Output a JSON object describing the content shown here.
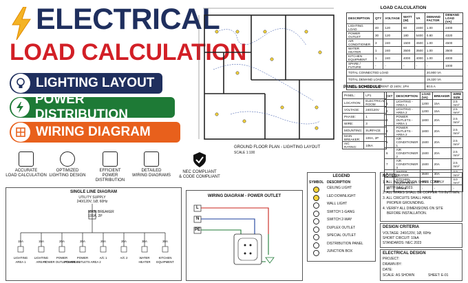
{
  "hero": {
    "title1": "ELECTRICAL",
    "title2": "LOAD CALCULATION",
    "pills": [
      {
        "label": "LIGHTING LAYOUT",
        "color": "#1f2f5e"
      },
      {
        "label": "POWER DISTRIBUTION",
        "color": "#1e7a36"
      },
      {
        "label": "WIRING DIAGRAM",
        "color": "#e8601c"
      }
    ]
  },
  "features": [
    {
      "line1": "ACCURATE",
      "line2": "LOAD CALCULATION"
    },
    {
      "line1": "OPTIMIZED",
      "line2": "LIGHTING DESIGN"
    },
    {
      "line1": "EFFICIENT",
      "line2": "POWER DISTRIBUTION"
    },
    {
      "line1": "DETAILED",
      "line2": "WIRING DIAGRAMS"
    },
    {
      "line1": "NEC COMPLIANT",
      "line2": "& CODE COMPLIANT"
    }
  ],
  "floorplan": {
    "title": "GROUND FLOOR PLAN - LIGHTING LAYOUT",
    "scale": "SCALE 1:100"
  },
  "load_calc": {
    "title": "LOAD CALCULATION",
    "headers": [
      "DESCRIPTION",
      "QTY",
      "VOLTAGE",
      "WATT (W)",
      "VA",
      "DEMAND FACTOR",
      "DEMAND LOAD (VA)"
    ],
    "rows": [
      [
        "LIGHTING LOAD",
        "40",
        "120",
        "60",
        "2400",
        "1.00",
        "2400"
      ],
      [
        "POWER OUTLET",
        "30",
        "120",
        "180",
        "5400",
        "0.80",
        "4320"
      ],
      [
        "AIR CONDITIONER",
        "3",
        "240",
        "1500",
        "4500",
        "1.00",
        "4500"
      ],
      [
        "WATER HEATER",
        "1",
        "240",
        "3500",
        "3500",
        "1.00",
        "3500"
      ],
      [
        "KITCHEN EQUIPMENT",
        "1",
        "240",
        "4000",
        "4000",
        "1.00",
        "4000"
      ],
      [
        "SPARE / FUTURE",
        "-",
        "-",
        "-",
        "-",
        "-",
        "1000"
      ]
    ],
    "total_connected_label": "TOTAL CONNECTED LOAD",
    "total_connected": "20,900 VA",
    "total_demand_label": "TOTAL DEMAND LOAD",
    "total_demand": "19,320 VA",
    "total_current_label": "TOTAL DEMAND CURRENT @ 240V, 1PH",
    "total_current": "80.5 A"
  },
  "panel": {
    "title": "PANEL SCHEDULE",
    "info": [
      [
        "PANEL:",
        "LP1"
      ],
      [
        "LOCATION:",
        "ELECTRICAL ROOM"
      ],
      [
        "VOLTAGE:",
        "240/120V"
      ],
      [
        "PHASE:",
        "1"
      ],
      [
        "WIRE:",
        "3"
      ],
      [
        "MOUNTING:",
        "SURFACE"
      ],
      [
        "MAIN BREAKER:",
        "100A, 2P"
      ],
      [
        "AIC RATING:",
        "10kA"
      ]
    ],
    "headers": [
      "CKT",
      "DESCRIPTION",
      "LOAD (VA)",
      "BREAKER",
      "WIRE SIZE"
    ],
    "rows": [
      [
        "1",
        "LIGHTING - AREA 1",
        "1200",
        "15A",
        "2.5 mm²"
      ],
      [
        "2",
        "LIGHTING - AREA 2",
        "1200",
        "15A",
        "2.5 mm²"
      ],
      [
        "3",
        "POWER OUTLETS - AREA 1",
        "1800",
        "20A",
        "2.5 mm²"
      ],
      [
        "4",
        "POWER OUTLETS - AREA 2",
        "1800",
        "20A",
        "2.5 mm²"
      ],
      [
        "5",
        "AIR CONDITIONER 1",
        "1500",
        "20A",
        "2.5 mm²"
      ],
      [
        "6",
        "AIR CONDITIONER 2",
        "1500",
        "20A",
        "2.5 mm²"
      ],
      [
        "7",
        "AIR CONDITIONER 3",
        "1500",
        "20A",
        "2.5 mm²"
      ],
      [
        "8",
        "WATER HEATER",
        "3500",
        "30A",
        "4.0 mm²"
      ],
      [
        "9",
        "KITCHEN EQUIPMENT",
        "4000",
        "30A",
        "4.0 mm²"
      ],
      [
        "10",
        "SPARE",
        "-",
        "-",
        "-"
      ]
    ]
  },
  "single_line": {
    "title": "SINGLE LINE DIAGRAM",
    "utility": "UTILITY SUPPLY",
    "utility_spec": "240/120V, 1Ø, 60Hz",
    "main": "MAIN BREAKER",
    "main_spec": "100A, 2P",
    "branches": [
      {
        "amp": "15A",
        "l1": "LIGHTING",
        "l2": "AREA 1"
      },
      {
        "amp": "15A",
        "l1": "LIGHTING",
        "l2": "AREA 2"
      },
      {
        "amp": "20A",
        "l1": "POWER",
        "l2": "POWER OUTLETS AREA 1"
      },
      {
        "amp": "20A",
        "l1": "POWER",
        "l2": "POWER OUTLETS AREA 2"
      },
      {
        "amp": "20A",
        "l1": "A/C 1",
        "l2": ""
      },
      {
        "amp": "20A",
        "l1": "A/C 2",
        "l2": ""
      },
      {
        "amp": "30A",
        "l1": "WATER",
        "l2": "HEATER"
      },
      {
        "amp": "30A",
        "l1": "KITCHEN",
        "l2": "EQUIPMENT"
      }
    ]
  },
  "wiring": {
    "title": "WIRING DIAGRAM - POWER OUTLET",
    "L": "L",
    "N": "N",
    "PE": "PE"
  },
  "legend": {
    "title": "LEGEND",
    "sym_header": "SYMBOL",
    "desc_header": "DESCRIPTION",
    "items": [
      "CEILING LIGHT",
      "LED DOWNLIGHT",
      "WALL LIGHT",
      "SWITCH 1-GANG",
      "SWITCH 2-WAY",
      "DUPLEX OUTLET",
      "SPECIAL OUTLET",
      "DISTRIBUTION PANEL",
      "JUNCTION BOX"
    ]
  },
  "notes": {
    "title": "NOTES:",
    "lines": [
      "1. ALL INSTALLATION SHALL COMPLY",
      "WITH NEC 2023.",
      "2. ALL WIRES SHALL BE COPPER THHN/THWN.",
      "3. ALL CIRCUITS SHALL HAVE",
      "PROPER GROUNDING.",
      "4. VERIFY ALL DIMENSIONS ON SITE",
      "BEFORE INSTALLATION."
    ]
  },
  "criteria": {
    "title": "DESIGN CRITERIA",
    "lines": [
      "VOLTAGE: 240/120V, 1Ø, 60Hz",
      "SHORT CIRCUIT:   10kA",
      "STANDARDS:       NEC 2023"
    ]
  },
  "titleblock": {
    "title": "ELECTRICAL DESIGN",
    "project": "PROJECT:",
    "drawn": "DRAWN BY:",
    "date": "DATE:",
    "scale": "SCALE:  AS SHOWN",
    "sheet": "SHEET:     E-01"
  }
}
